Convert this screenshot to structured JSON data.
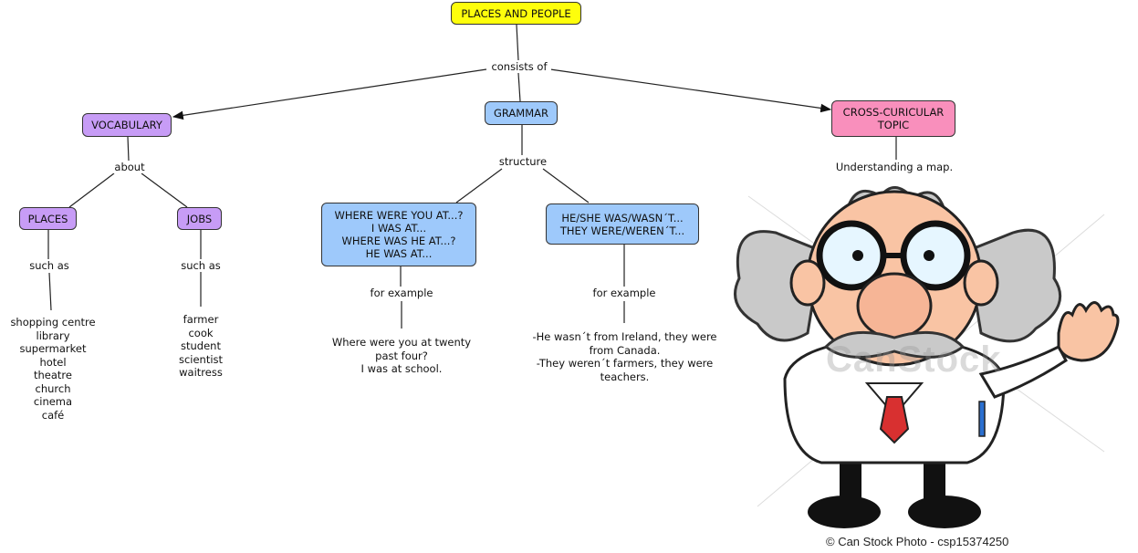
{
  "map": {
    "root": "PLACES AND PEOPLE",
    "root_link": "consists of",
    "vocabulary": {
      "title": "VOCABULARY",
      "link": "about",
      "places": {
        "title": "PLACES",
        "link": "such as",
        "items": [
          "shopping centre",
          "library",
          "supermarket",
          "hotel",
          "theatre",
          "church",
          "cinema",
          "café"
        ]
      },
      "jobs": {
        "title": "JOBS",
        "link": "such as",
        "items": [
          "farmer",
          "cook",
          "student",
          "scientist",
          "waitress"
        ]
      }
    },
    "grammar": {
      "title": "GRAMMAR",
      "link": "structure",
      "past_where": {
        "lines": [
          "WHERE WERE YOU AT...?",
          "I WAS AT...",
          "WHERE WAS HE AT...?",
          "HE WAS AT..."
        ],
        "link": "for example",
        "example": [
          "Where were you at twenty",
          "past four?",
          "I was at school."
        ]
      },
      "past_was": {
        "lines": [
          "HE/SHE WAS/WASN´T...",
          "THEY WERE/WEREN´T..."
        ],
        "link": "for example",
        "example": [
          "-He wasn´t from Ireland, they were",
          "from Canada.",
          "-They weren´t farmers, they were",
          "teachers."
        ]
      }
    },
    "cross": {
      "lines": [
        "CROSS-CURICULAR",
        "TOPIC"
      ],
      "note": "Understanding a map."
    }
  },
  "image": {
    "subject": "cartoon professor waving",
    "watermark": "CanStock",
    "credit": "© Can Stock Photo - csp15374250"
  },
  "colors": {
    "root": "#fefe0c",
    "vocabulary": "#c79cf6",
    "grammar": "#9ec9fb",
    "cross": "#f98fbc"
  }
}
